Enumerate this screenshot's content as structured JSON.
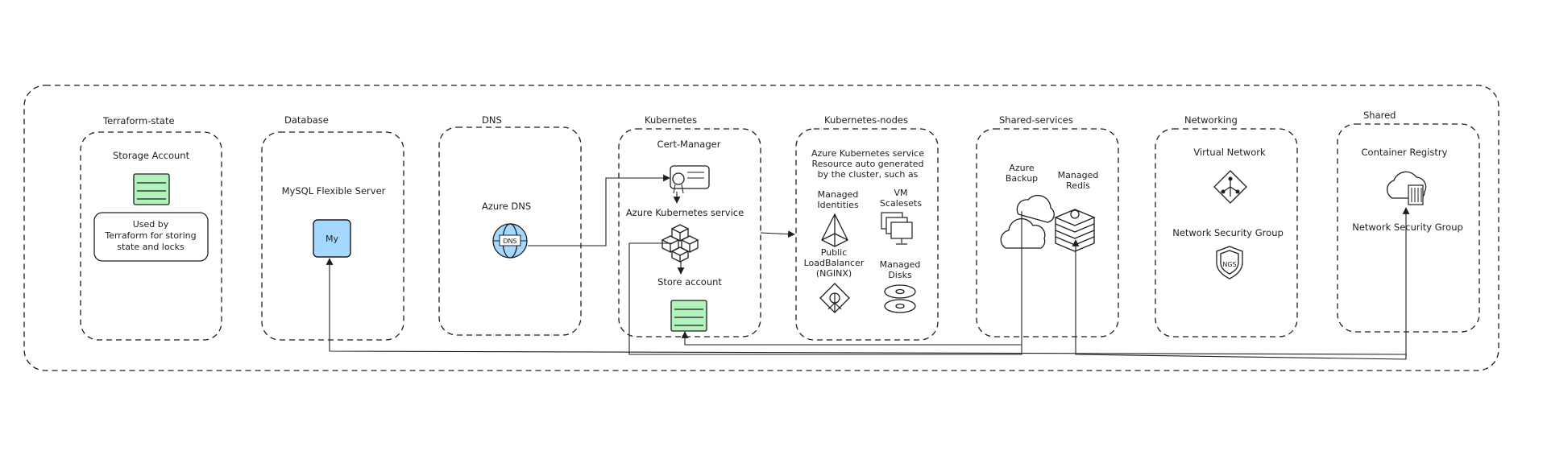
{
  "groups": {
    "terraform_state": {
      "title": "Terraform-state",
      "storage_label": "Storage Account",
      "note": [
        "Used by",
        "Terraform for storing",
        "state and locks"
      ]
    },
    "database": {
      "title": "Database",
      "server_label": "MySQL Flexible Server",
      "icon_text": "My"
    },
    "dns": {
      "title": "DNS",
      "service_label": "Azure DNS",
      "icon_text": "DNS"
    },
    "kubernetes": {
      "title": "Kubernetes",
      "cert_label": "Cert-Manager",
      "aks_label": "Azure Kubernetes service",
      "store_label": "Store account"
    },
    "kubernetes_nodes": {
      "title": "Kubernetes-nodes",
      "description": [
        "Azure Kubernetes service",
        "Resource auto generated",
        "by the cluster, such as"
      ],
      "managed_identities": [
        "Managed",
        "Identities"
      ],
      "vm_scalesets": [
        "VM",
        "Scalesets"
      ],
      "public_lb": [
        "Public",
        "LoadBalancer",
        "(NGINX)"
      ],
      "managed_disks": [
        "Managed",
        "Disks"
      ]
    },
    "shared_services": {
      "title": "Shared-services",
      "backup_label": [
        "Azure",
        "Backup"
      ],
      "redis_label": [
        "Managed",
        "Redis"
      ]
    },
    "networking": {
      "title": "Networking",
      "vnet_label": "Virtual Network",
      "nsg_label": "Network Security Group",
      "nsg_icon_text": "NGS"
    },
    "shared": {
      "title": "Shared",
      "registry_label": "Container Registry",
      "nsg_label": "Network Security Group"
    }
  },
  "colors": {
    "stroke": "#1e1e1e",
    "storage_fill": "#b2f2bb",
    "mysql_fill": "#a5d8ff",
    "dns_fill": "#a5d8ff"
  }
}
